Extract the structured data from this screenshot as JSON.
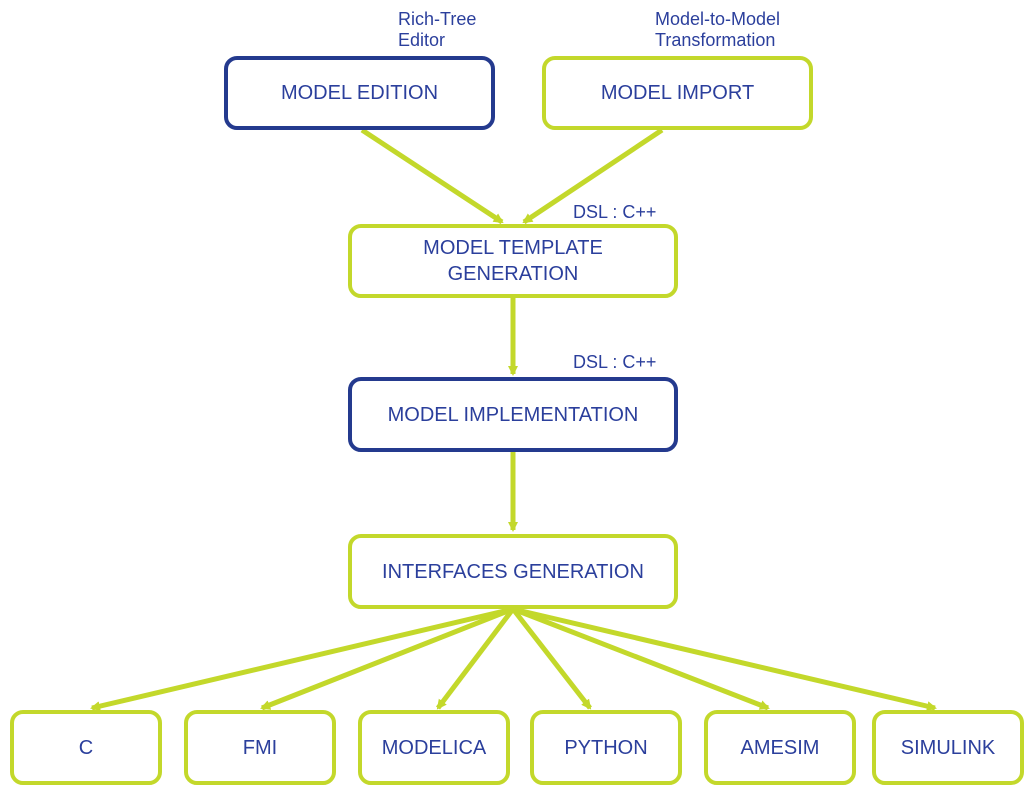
{
  "colors": {
    "green_accent": "#c3d82b",
    "blue_accent": "#243a8e",
    "text": "#2b3f9c"
  },
  "boxes": {
    "model_edition": "MODEL EDITION",
    "model_import": "MODEL IMPORT",
    "model_template_generation": [
      "MODEL TEMPLATE",
      "GENERATION"
    ],
    "model_implementation": "MODEL IMPLEMENTATION",
    "interfaces_generation": "INTERFACES GENERATION"
  },
  "targets": [
    "C",
    "FMI",
    "MODELICA",
    "PYTHON",
    "AMESIM",
    "SIMULINK"
  ],
  "annotations": {
    "rich_tree_editor": [
      "Rich-Tree",
      "Editor"
    ],
    "model_to_model": [
      "Model-to-Model",
      "Transformation"
    ],
    "dsl_template": "DSL : C++",
    "dsl_implementation": "DSL : C++"
  }
}
